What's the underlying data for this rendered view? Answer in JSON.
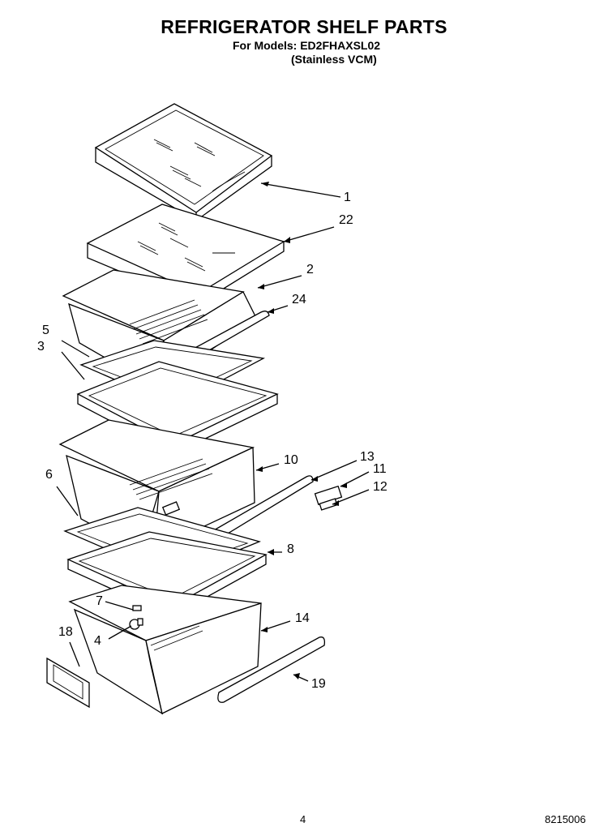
{
  "header": {
    "title": "REFRIGERATOR SHELF PARTS",
    "models_line": "For Models: ED2FHAXSL02",
    "variant_line": "(Stainless VCM)"
  },
  "footer": {
    "page_number": "4",
    "doc_code": "8215006"
  },
  "callouts": [
    {
      "id": "c1",
      "label": "1"
    },
    {
      "id": "c22",
      "label": "22"
    },
    {
      "id": "c2",
      "label": "2"
    },
    {
      "id": "c24",
      "label": "24"
    },
    {
      "id": "c5",
      "label": "5"
    },
    {
      "id": "c3",
      "label": "3"
    },
    {
      "id": "c10",
      "label": "10"
    },
    {
      "id": "c13",
      "label": "13"
    },
    {
      "id": "c11",
      "label": "11"
    },
    {
      "id": "c12",
      "label": "12"
    },
    {
      "id": "c6",
      "label": "6"
    },
    {
      "id": "c8",
      "label": "8"
    },
    {
      "id": "c7",
      "label": "7"
    },
    {
      "id": "c14",
      "label": "14"
    },
    {
      "id": "c4",
      "label": "4"
    },
    {
      "id": "c18",
      "label": "18"
    },
    {
      "id": "c19",
      "label": "19"
    }
  ]
}
